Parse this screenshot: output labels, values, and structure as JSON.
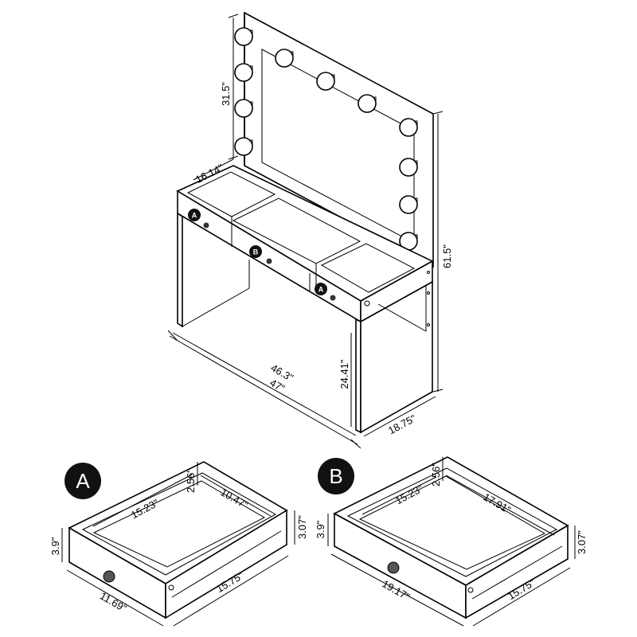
{
  "overall": {
    "mirror_height": "31.5\"",
    "depth_top": "16.14\"",
    "total_height": "61.5\"",
    "inner_width": "46.3\"",
    "width": "47\"",
    "desk_height": "24.41\"",
    "depth": "18.75\""
  },
  "drawer_labels": {
    "left": "A",
    "middle": "B",
    "right": "A"
  },
  "drawer_a": {
    "badge": "A",
    "inner_width": "15.23\"",
    "inner_depth": "10.47\"",
    "side_height": "2.56\"",
    "front_height": "3.9\"",
    "back_height": "3.07\"",
    "front_width": "11.69\"",
    "depth": "15.75\""
  },
  "drawer_b": {
    "badge": "B",
    "inner_width": "15.23\"",
    "inner_depth": "17.91\"",
    "side_height": "2.56\"",
    "front_height": "3.9\"",
    "back_height": "3.07\"",
    "front_width": "19.17\"",
    "depth": "15.75\""
  },
  "colors": {
    "line": "#000000",
    "badge_fill": "#111111",
    "background": "#ffffff"
  }
}
